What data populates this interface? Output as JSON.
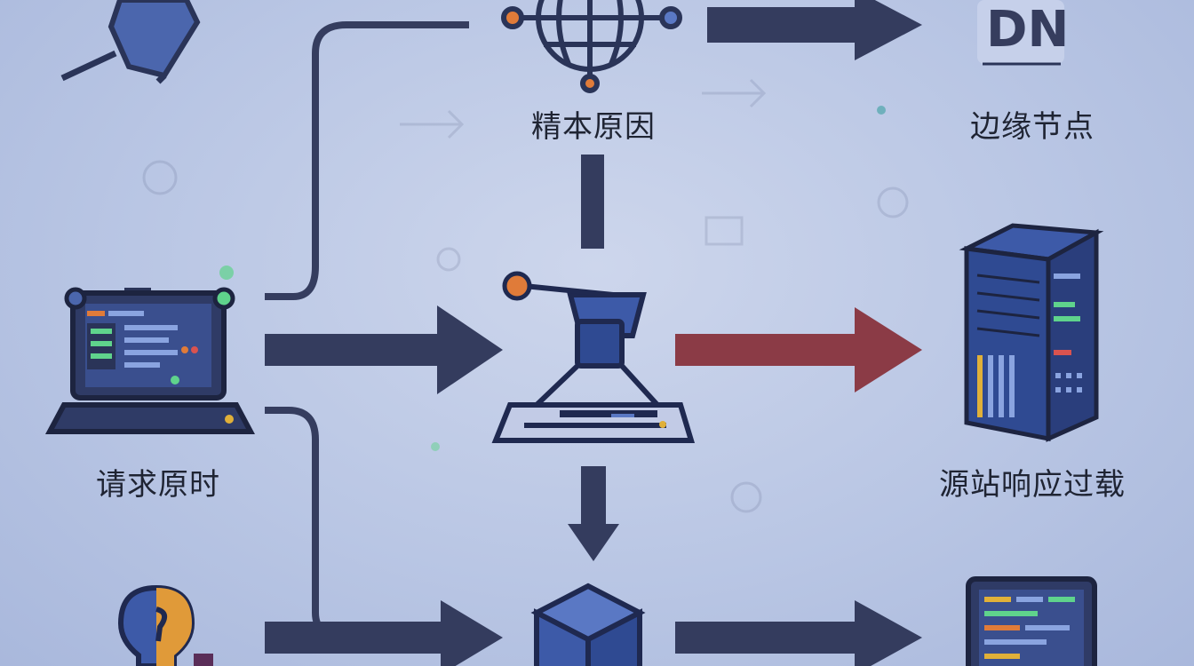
{
  "labels": {
    "globe": "精本原因",
    "cdn_edge": "边缘节点",
    "client": "请求原时",
    "origin": "源站响应过载"
  },
  "logo_text": "DN",
  "colors": {
    "background": "#bcc8e6",
    "arrow": "#343c5e",
    "alert_arrow": "#8b3b46",
    "icon_fill": "#3d5aa8",
    "icon_stroke": "#2a3458",
    "accent_orange": "#e07b39",
    "accent_green": "#5fd38c"
  },
  "icons": [
    "shield-icon",
    "globe-icon",
    "cdn-logo-icon",
    "laptop-icon",
    "robot-arm-icon",
    "server-rack-icon",
    "lightbulb-icon",
    "cube-icon",
    "monitor-icon"
  ]
}
